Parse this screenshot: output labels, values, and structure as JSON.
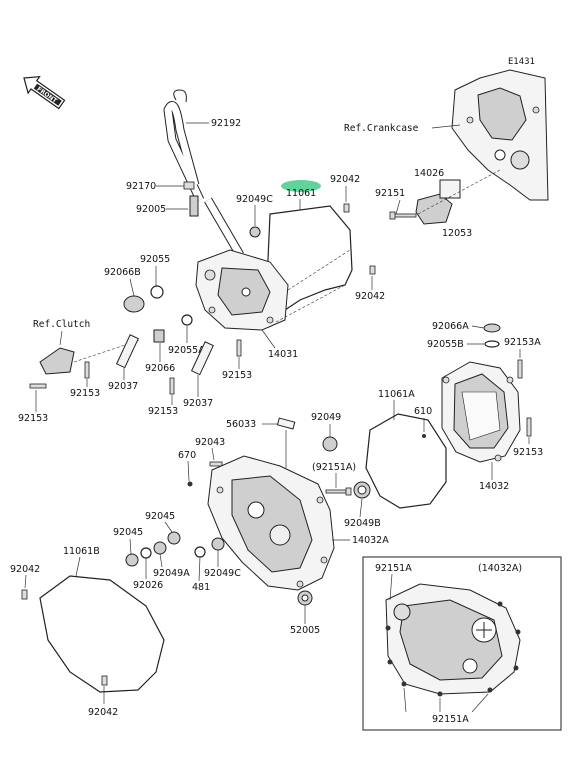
{
  "diagram": {
    "code": "E1431",
    "front_label": "FRONT",
    "highlight_color": "#5fd39a",
    "refs": {
      "crankcase": "Ref.Crankcase",
      "clutch": "Ref.Clutch"
    },
    "labels": {
      "p92192": "92192",
      "p92170": "92170",
      "p92005": "92005",
      "p92049c_top": "92049C",
      "p11061": "11061",
      "p92042_top": "92042",
      "p92042_right": "92042",
      "p92055_top": "92055",
      "p92066b": "92066B",
      "p92055a": "92055A",
      "p92066": "92066",
      "p14031": "14031",
      "p92037_left": "92037",
      "p92037_right": "92037",
      "p92153_a": "92153",
      "p92153_b": "92153",
      "p92153_c": "92153",
      "p92153_d": "92153",
      "p92151": "92151",
      "p14026": "14026",
      "p12053": "12053",
      "p92066a": "92066A",
      "p92055b": "92055B",
      "p92153a": "92153A",
      "p11061a": "11061A",
      "p610": "610",
      "p92153_e": "92153",
      "p14032": "14032",
      "p56033": "56033",
      "p92049": "92049",
      "p92043": "92043",
      "p670": "670",
      "p92151a_paren": "(92151A)",
      "p92049b": "92049B",
      "p14032a": "14032A",
      "p92045_a": "92045",
      "p92045_b": "92045",
      "p92026": "92026",
      "p92049a": "92049A",
      "p92049c_bottom": "92049C",
      "p481": "481",
      "p52005": "52005",
      "p92042_left": "92042",
      "p11061b": "11061B",
      "p92042_bottom": "92042",
      "inset_92151a_top": "92151A",
      "inset_14032a": "(14032A)",
      "inset_92151a_bottom": "92151A"
    }
  }
}
